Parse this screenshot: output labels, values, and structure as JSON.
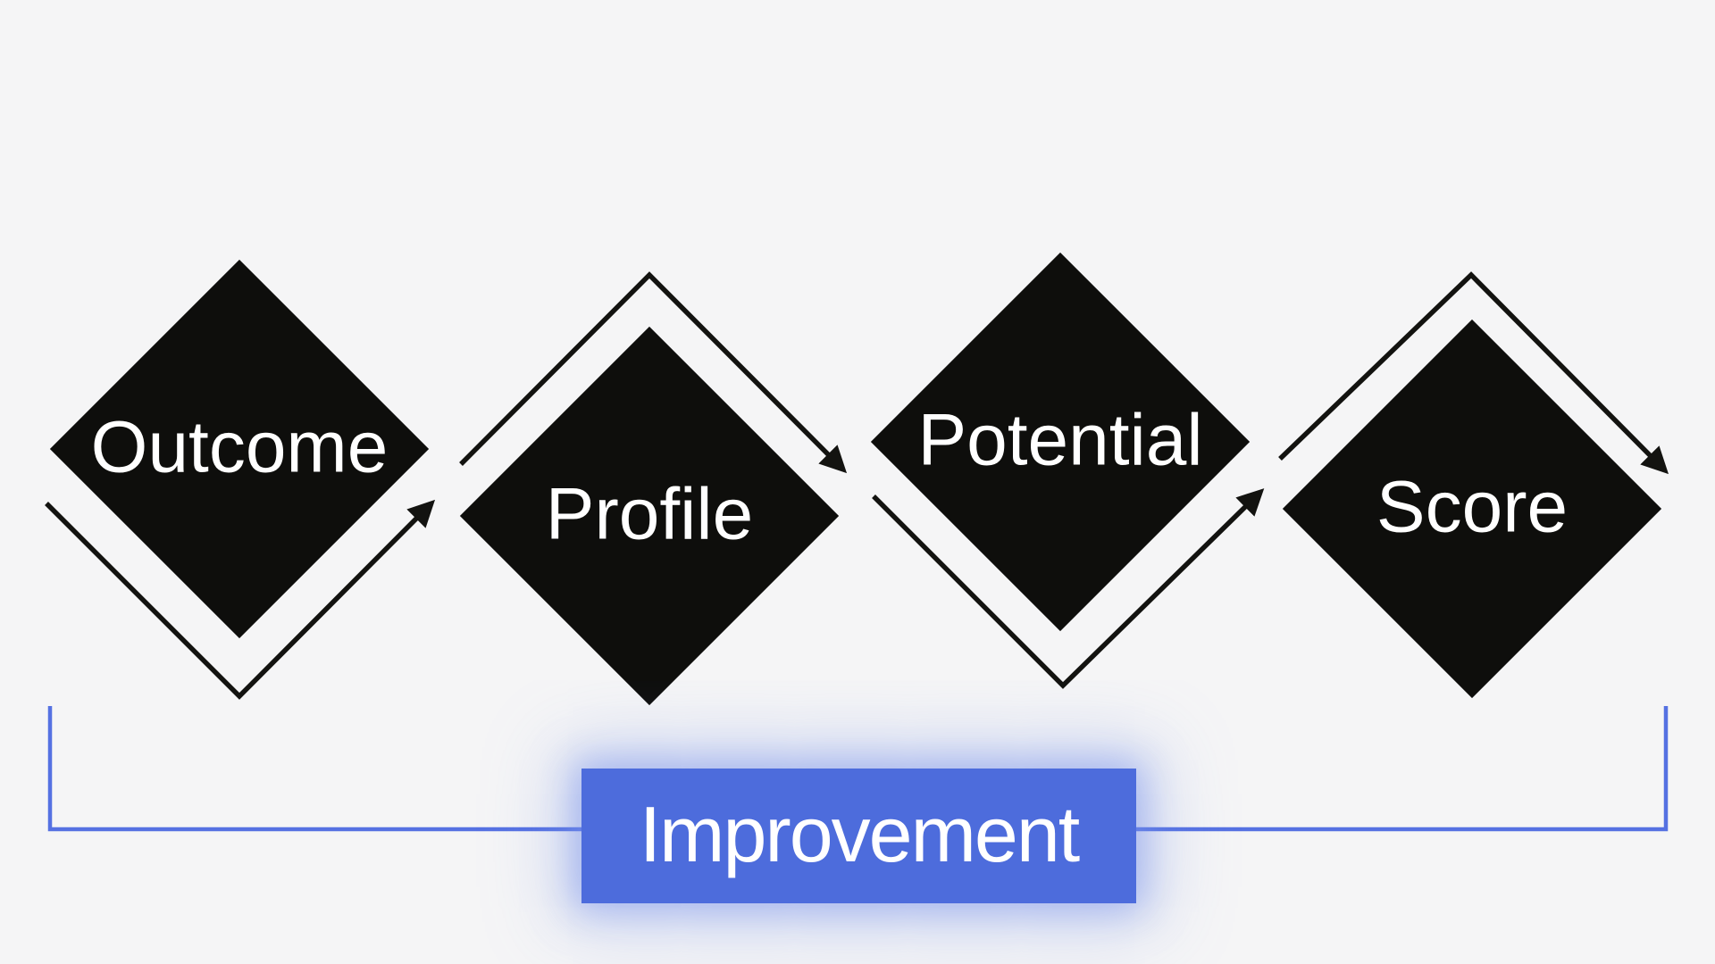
{
  "diagram": {
    "nodes": [
      {
        "id": "outcome",
        "label": "Outcome"
      },
      {
        "id": "profile",
        "label": "Profile"
      },
      {
        "id": "potential",
        "label": "Potential"
      },
      {
        "id": "score",
        "label": "Score"
      }
    ],
    "banner": {
      "label": "Improvement"
    },
    "connections": [
      "outcome-to-profile",
      "profile-to-potential",
      "potential-to-score",
      "score-exit"
    ],
    "colors": {
      "bg": "#f5f5f6",
      "diamond": "#0e0e0c",
      "arrow": "#131310",
      "banner": "#4d6cdc",
      "bracket": "#5571e2",
      "text": "#ffffff",
      "glow": "rgba(120,146,235,0.55)"
    }
  }
}
